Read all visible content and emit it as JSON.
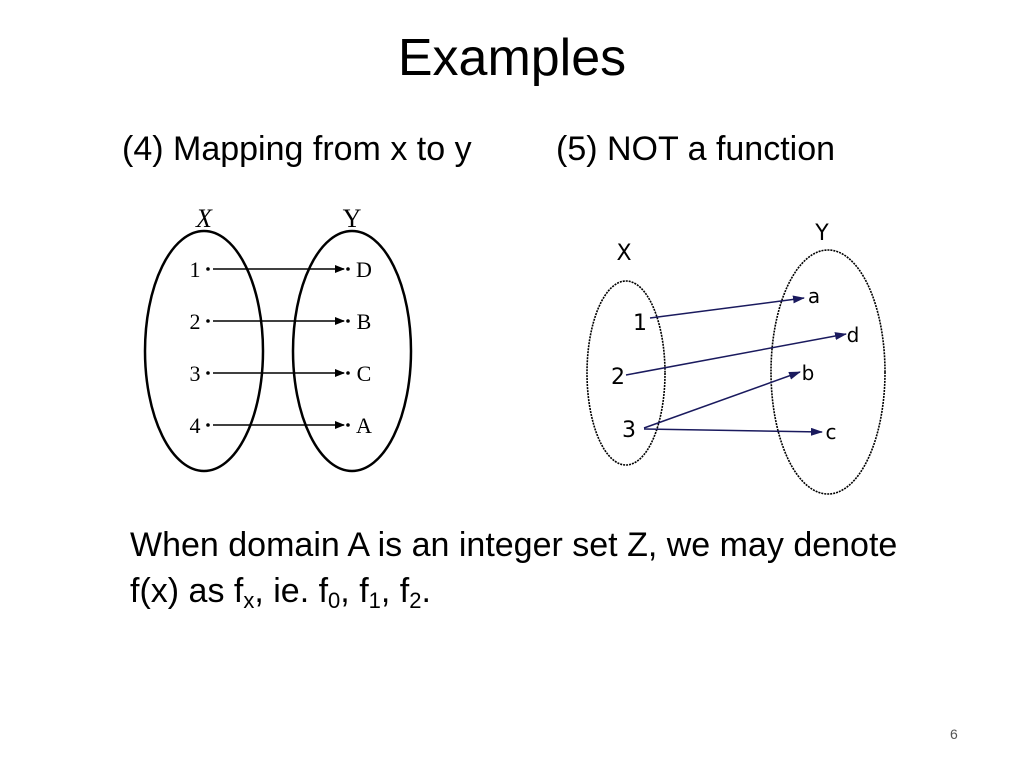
{
  "slide": {
    "title": "Examples",
    "page_number": "6"
  },
  "left_example": {
    "heading": "(4) Mapping from x to y",
    "set_x_label": "X",
    "set_y_label": "Y",
    "x_elements": [
      "1",
      "2",
      "3",
      "4"
    ],
    "y_elements": [
      "D",
      "B",
      "C",
      "A"
    ],
    "mappings": [
      [
        "1",
        "D"
      ],
      [
        "2",
        "B"
      ],
      [
        "3",
        "C"
      ],
      [
        "4",
        "A"
      ]
    ]
  },
  "right_example": {
    "heading": "(5)  NOT a function",
    "set_x_label": "X",
    "set_y_label": "Y",
    "x_elements": [
      "1",
      "2",
      "3"
    ],
    "y_elements": [
      "a",
      "d",
      "b",
      "c"
    ],
    "mappings": [
      [
        "1",
        "a"
      ],
      [
        "2",
        "d"
      ],
      [
        "3",
        "b"
      ],
      [
        "3",
        "c"
      ]
    ]
  },
  "note": {
    "line1": "When domain A is an integer set Z, we may denote",
    "line2_prefix": "f(x) as f",
    "sub_x": "x",
    "ie": ", ie. f",
    "sub_0": "0",
    "sep1": ", f",
    "sub_1": "1",
    "sep2": ", f",
    "sub_2": "2",
    "end": "."
  },
  "colors": {
    "text": "#000000",
    "arrow_right_diagram": "#1a1a5e"
  }
}
